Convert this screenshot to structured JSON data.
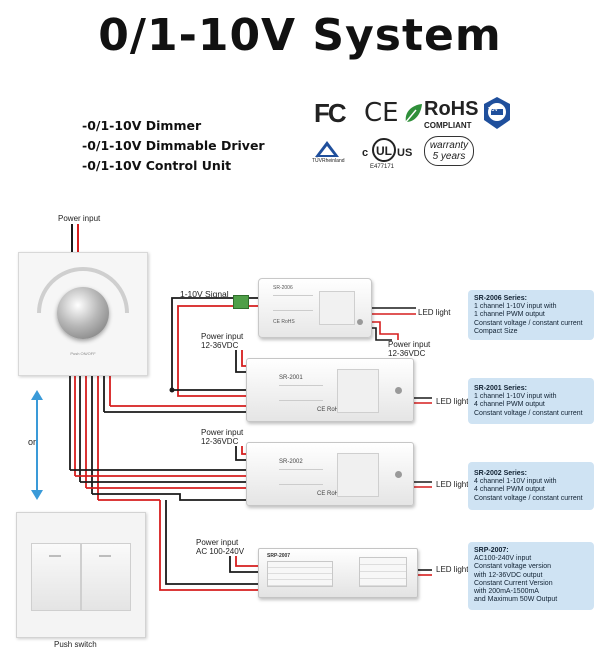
{
  "title": "0/1-10V System",
  "features": [
    "-0/1-10V Dimmer",
    "-0/1-10V Dimmable Driver",
    "-0/1-10V Control Unit"
  ],
  "certifications": {
    "fc": "FC",
    "ce": "CE",
    "rohs_main": "RoHS",
    "rohs_sub": "COMPLIANT",
    "tuv": "TÜV",
    "tuv_sub": "TÜVRheinland",
    "ul_number": "E477171",
    "warranty_line1": "warranty",
    "warranty_line2": "5 years"
  },
  "dimmer": {
    "power_label": "Power input",
    "caption": "Push ON/OFF"
  },
  "or_label": "or",
  "push_switch_label": "Push switch",
  "signal_label": "1-10V Signal",
  "power_labels": {
    "dc_title": "Power input",
    "dc_value": "12-36VDC",
    "ac_title": "Power input",
    "ac_value": "AC 100-240V"
  },
  "led_label": "LED light",
  "devices": [
    {
      "model": "SR-2006",
      "marks": "CE RoHS"
    },
    {
      "model": "SR-2001",
      "marks": "CE RoHS"
    },
    {
      "model": "SR-2002",
      "marks": "CE RoHS"
    },
    {
      "model": "SRP-2007",
      "marks": ""
    }
  ],
  "info_boxes": [
    {
      "heading": "SR-2006 Series:",
      "lines": [
        "1 channel 1-10V input with",
        "1 channel PWM output",
        "Constant voltage / constant current",
        "Compact Size"
      ]
    },
    {
      "heading": "SR-2001 Series:",
      "lines": [
        "1 channel 1-10V input with",
        "4 channel PWM output",
        "Constant voltage / constant current"
      ]
    },
    {
      "heading": "SR-2002 Series:",
      "lines": [
        "4 channel 1-10V input with",
        "4 channel PWM output",
        "Constant voltage / constant current"
      ]
    },
    {
      "heading": "SRP-2007:",
      "lines": [
        "AC100-240V input",
        "Constant voltage version",
        "with 12-36VDC output",
        "Constant Current Version",
        "with 200mA-1500mA",
        "and Maximum 50W Output"
      ]
    }
  ]
}
